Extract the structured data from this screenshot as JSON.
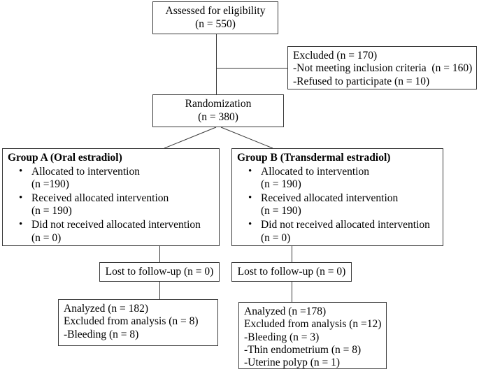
{
  "diagram": {
    "type": "consort-flow-diagram",
    "title": "CONSORT participant flow diagram",
    "nodes": {
      "assessed": {
        "name": "assessed-for-eligibility",
        "lines": [
          "Assessed for eligibility",
          "(n = 550)"
        ]
      },
      "excluded": {
        "name": "excluded",
        "lines": [
          "Excluded (n = 170)",
          "-Not meeting inclusion criteria  (n = 160)",
          "-Refused to participate (n = 10)"
        ]
      },
      "randomization": {
        "name": "randomization",
        "lines": [
          "Randomization",
          "(n = 380)"
        ]
      },
      "group_a": {
        "name": "group-a",
        "title": "Group A (Oral estradiol)",
        "bullets": [
          {
            "text": "Allocated to intervention",
            "sub": "(n =190)"
          },
          {
            "text": "Received allocated intervention",
            "sub": "(n = 190)"
          },
          {
            "text": "Did not received allocated intervention",
            "sub": "(n = 0)"
          }
        ]
      },
      "group_b": {
        "name": "group-b",
        "title": "Group B (Transdermal estradiol)",
        "bullets": [
          {
            "text": "Allocated to intervention",
            "sub": "(n = 190)"
          },
          {
            "text": "Received allocated intervention",
            "sub": "(n = 190)"
          },
          {
            "text": "Did not received allocated intervention",
            "sub": "(n = 0)"
          }
        ]
      },
      "lost_a": {
        "name": "lost-to-follow-up-a",
        "lines": [
          "Lost to follow-up (n = 0)"
        ]
      },
      "lost_b": {
        "name": "lost-to-follow-up-b",
        "lines": [
          "Lost to follow-up (n = 0)"
        ]
      },
      "analyzed_a": {
        "name": "analyzed-a",
        "lines": [
          "Analyzed (n = 182)",
          "Excluded from analysis (n = 8)",
          "-Bleeding (n = 8)"
        ]
      },
      "analyzed_b": {
        "name": "analyzed-b",
        "lines": [
          "Analyzed (n =178)",
          "Excluded from analysis (n =12)",
          "-Bleeding (n = 3)",
          "-Thin endometrium (n = 8)",
          "-Uterine polyp (n = 1)"
        ]
      }
    },
    "counts": {
      "assessed": 550,
      "excluded_total": 170,
      "excluded_not_meeting_criteria": 160,
      "excluded_refused": 10,
      "randomized": 380,
      "group_a_allocated": 190,
      "group_a_received": 190,
      "group_a_not_received": 0,
      "group_b_allocated": 190,
      "group_b_received": 190,
      "group_b_not_received": 0,
      "group_a_lost": 0,
      "group_b_lost": 0,
      "group_a_analyzed": 182,
      "group_a_excluded_analysis": 8,
      "group_a_bleeding": 8,
      "group_b_analyzed": 178,
      "group_b_excluded_analysis": 12,
      "group_b_bleeding": 3,
      "group_b_thin_endometrium": 8,
      "group_b_uterine_polyp": 1
    },
    "colors": {
      "background": "#ffffff",
      "border": "#3a3a3a",
      "text": "#000000"
    }
  }
}
